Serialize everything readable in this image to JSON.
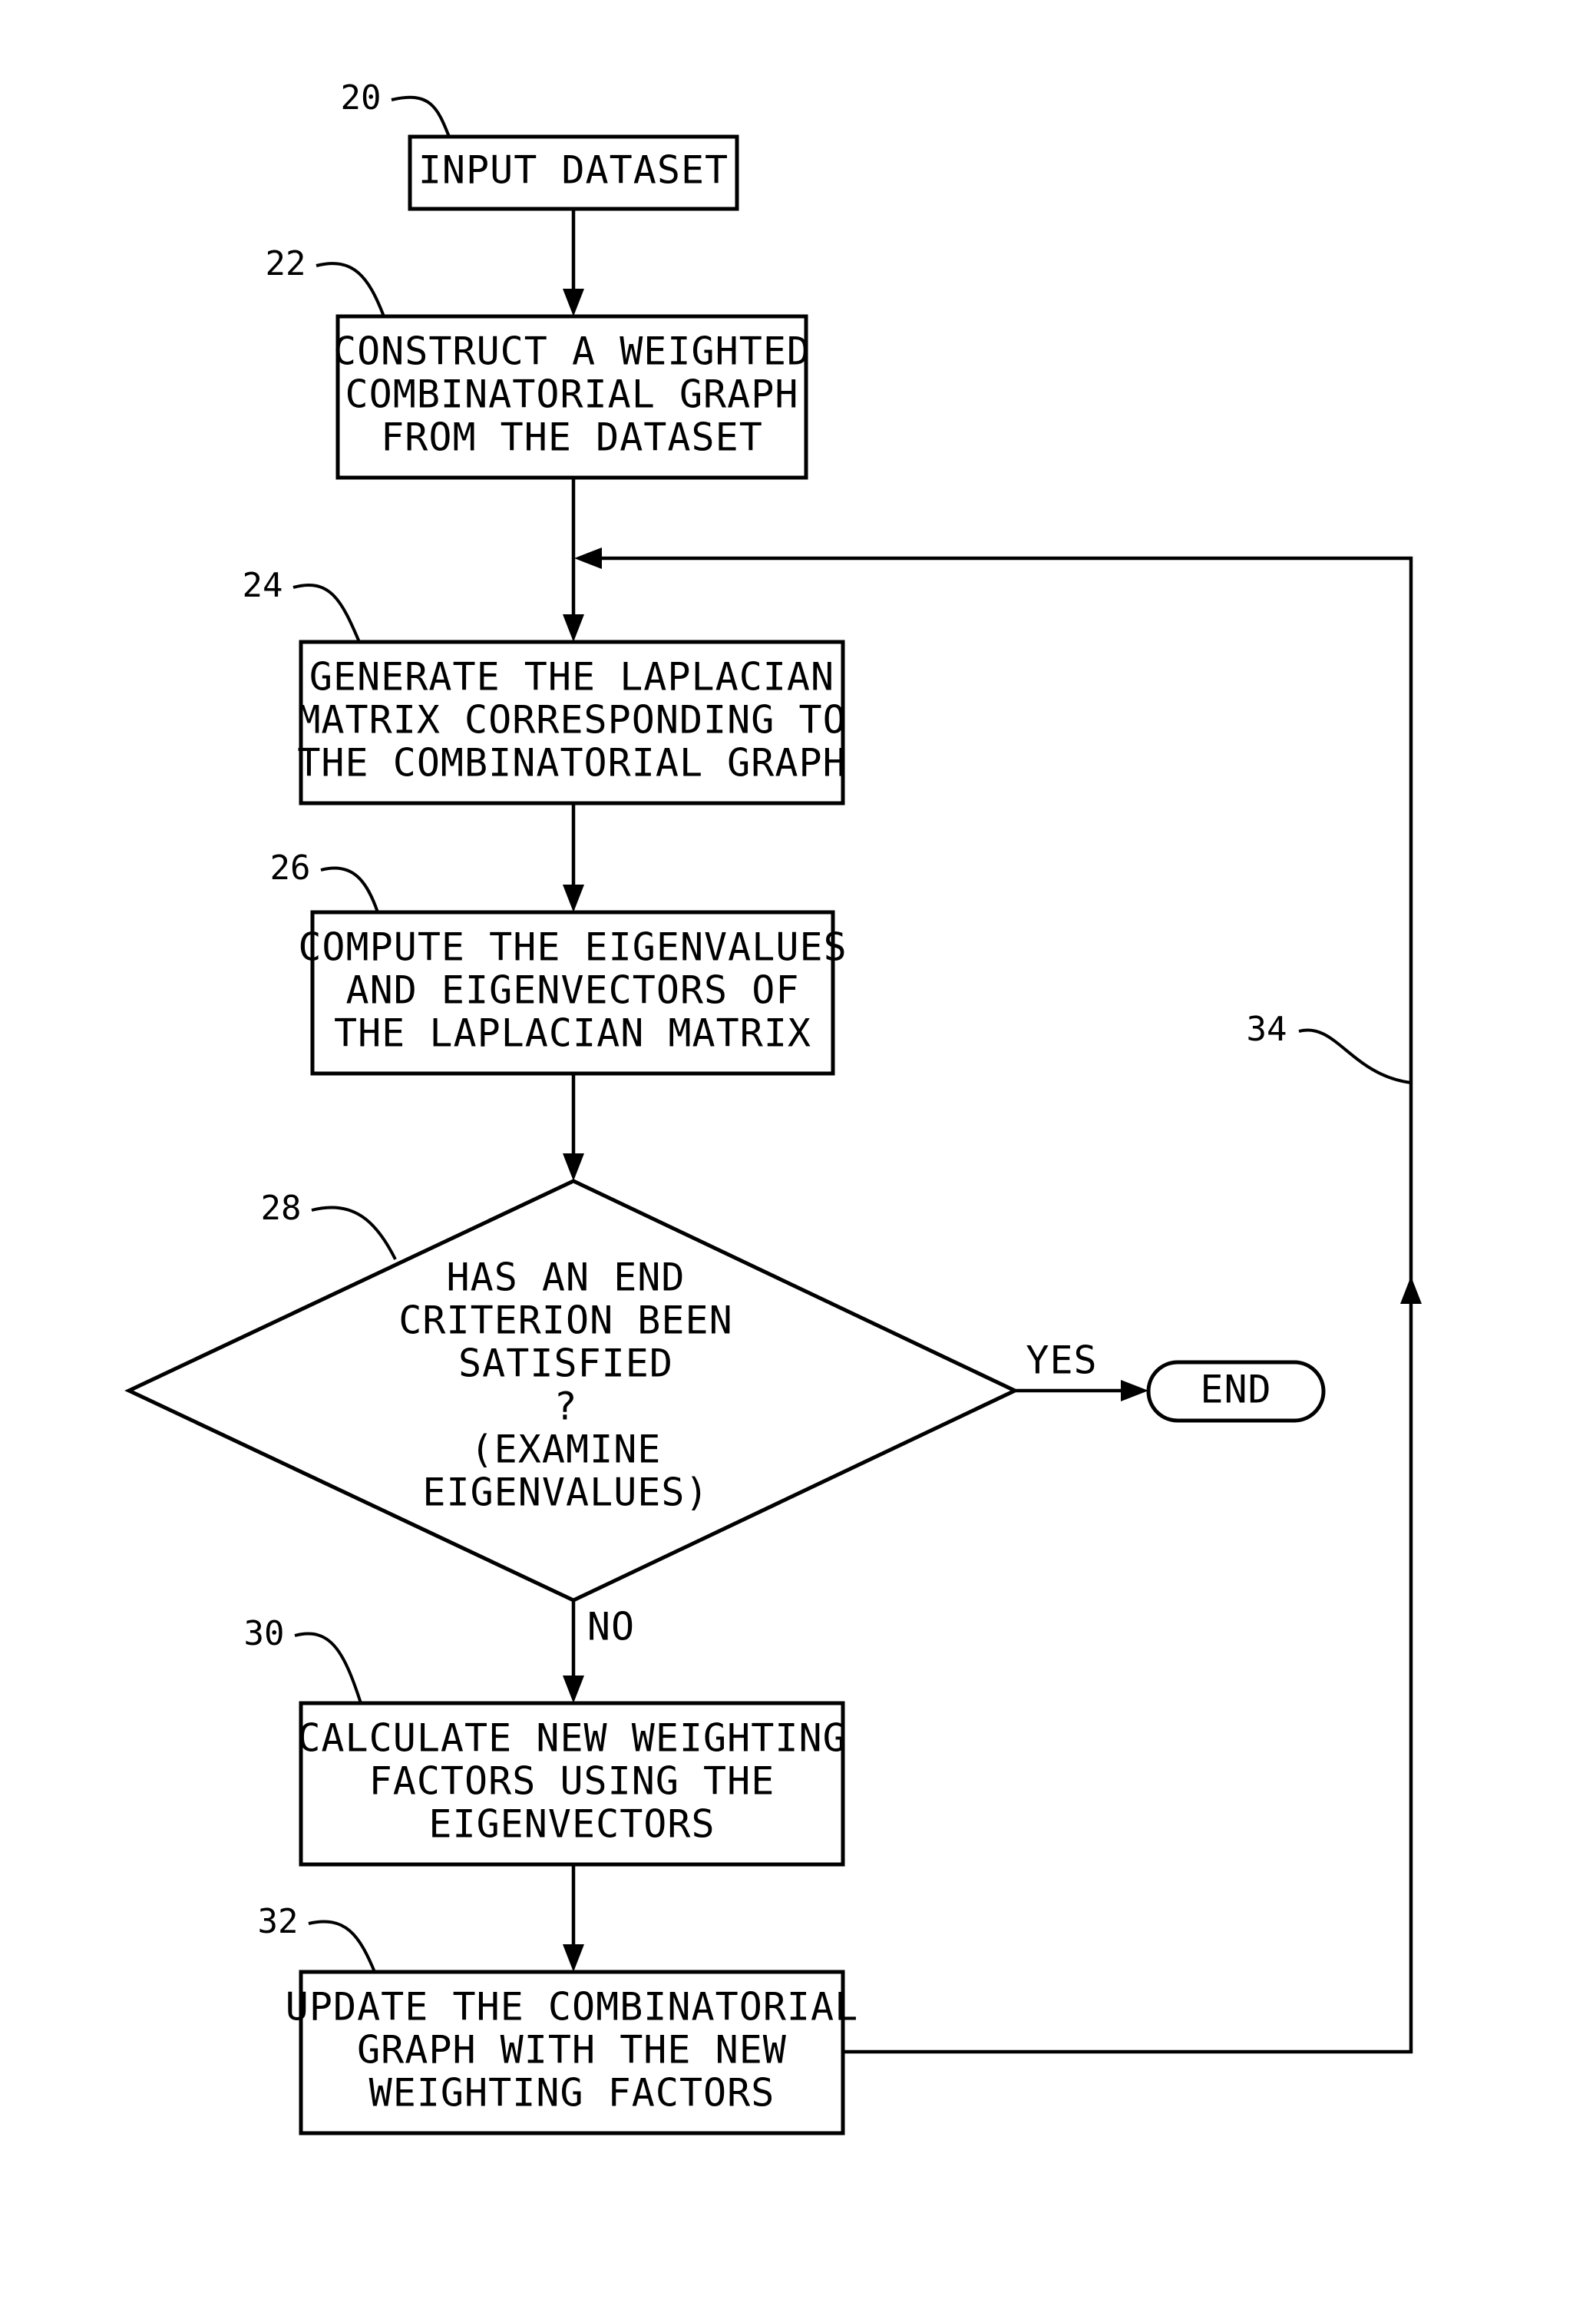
{
  "steps": {
    "s20": {
      "ref": "20",
      "lines": [
        "INPUT DATASET"
      ]
    },
    "s22": {
      "ref": "22",
      "lines": [
        "CONSTRUCT A WEIGHTED",
        "COMBINATORIAL GRAPH",
        "FROM THE DATASET"
      ]
    },
    "s24": {
      "ref": "24",
      "lines": [
        "GENERATE THE LAPLACIAN",
        "MATRIX CORRESPONDING TO",
        "THE COMBINATORIAL GRAPH"
      ]
    },
    "s26": {
      "ref": "26",
      "lines": [
        "COMPUTE THE EIGENVALUES",
        "AND EIGENVECTORS OF",
        "THE LAPLACIAN MATRIX"
      ]
    },
    "s28": {
      "ref": "28",
      "lines": [
        "HAS AN END",
        "CRITERION BEEN",
        "SATISFIED",
        "?",
        "(EXAMINE",
        "EIGENVALUES)"
      ]
    },
    "s30": {
      "ref": "30",
      "lines": [
        "CALCULATE NEW WEIGHTING",
        "FACTORS USING THE",
        "EIGENVECTORS"
      ]
    },
    "s32": {
      "ref": "32",
      "lines": [
        "UPDATE THE COMBINATORIAL",
        "GRAPH WITH THE NEW",
        "WEIGHTING FACTORS"
      ]
    }
  },
  "terminal": {
    "end_label": "END"
  },
  "edges": {
    "yes_label": "YES",
    "no_label": "NO",
    "loop_ref": "34"
  }
}
